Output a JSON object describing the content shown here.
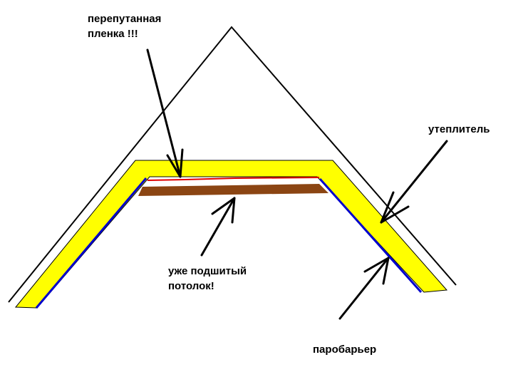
{
  "diagram": {
    "labels": {
      "tangled_film": [
        "перепутанная",
        "пленка !!!"
      ],
      "ceiling": [
        "уже подшитый",
        "потолок!"
      ],
      "insulation": [
        "утеплитель"
      ],
      "vapor_barrier": [
        "паробарьер"
      ]
    },
    "colors": {
      "roof_line": "#000000",
      "insulation": "#ffff00",
      "insulation_outline": "#000000",
      "vapor_barrier": "#0000cc",
      "tangled_film": "#e00000",
      "ceiling": "#8b4513",
      "arrow": "#000000",
      "background": "#ffffff"
    }
  }
}
